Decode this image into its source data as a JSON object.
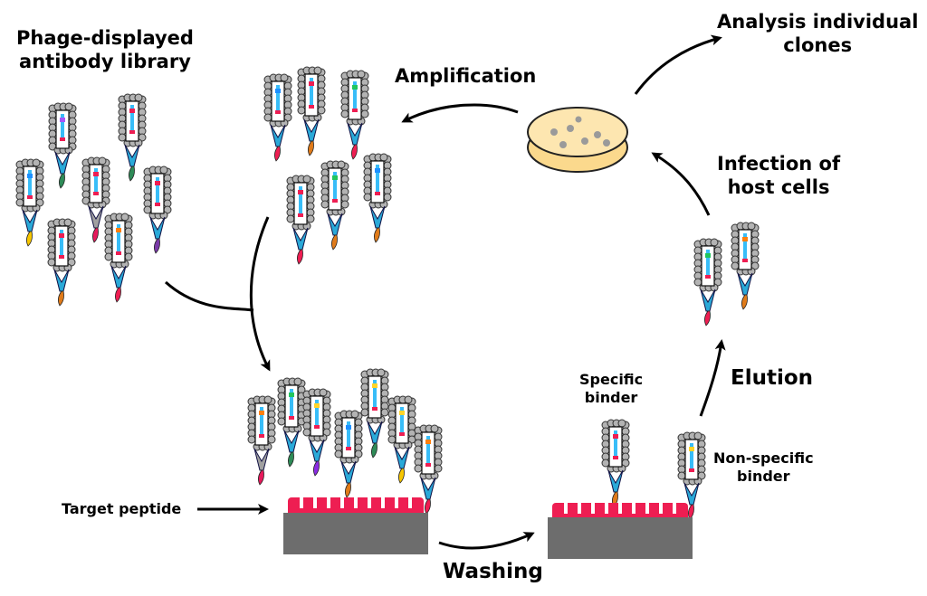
{
  "labels": {
    "library_line1": "Phage-displayed",
    "library_line2": "antibody library",
    "amplification": "Amplification",
    "analysis_line1": "Analysis individual",
    "analysis_line2": "clones",
    "infection_line1": "Infection of",
    "infection_line2": "host cells",
    "elution": "Elution",
    "specific_line1": "Specific",
    "specific_line2": "binder",
    "nonspecific_line1": "Non-specific",
    "nonspecific_line2": "binder",
    "target_peptide": "Target peptide",
    "washing": "Washing"
  },
  "colors": {
    "phage_body": "#b3b3b3",
    "phage_outline": "#333333",
    "tail_fiber": "#2aa9d8",
    "target_peptide": "#ee1e52",
    "surface": "#6d6d6d",
    "petri_medium": "#fbd98d",
    "colony": "#9a9a9a",
    "arrow": "#000000"
  }
}
